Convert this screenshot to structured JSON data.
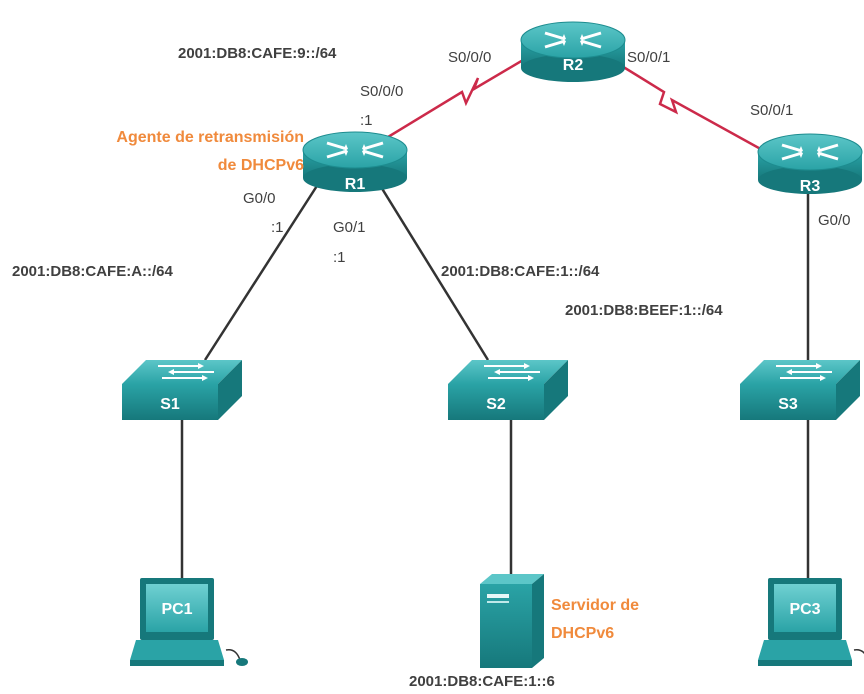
{
  "colors": {
    "teal": "#2aa3a6",
    "teal_dark": "#16787b",
    "serial_link": "#cc2a4a",
    "ethernet_link": "#333333",
    "annotation": "#f08a3c",
    "text": "#404040"
  },
  "devices": {
    "r1": "R1",
    "r2": "R2",
    "r3": "R3",
    "s1": "S1",
    "s2": "S2",
    "s3": "S3",
    "pc1": "PC1",
    "pc3": "PC3"
  },
  "networks": {
    "r1_r2": "2001:DB8:CAFE:9::/64",
    "r1_s1": "2001:DB8:CAFE:A::/64",
    "r1_s2": "2001:DB8:CAFE:1::/64",
    "r3_s3": "2001:DB8:BEEF:1::/64",
    "server_addr": "2001:DB8:CAFE:1::6"
  },
  "interfaces": {
    "r2_left": "S0/0/0",
    "r2_right": "S0/0/1",
    "r1_serial": "S0/0/0",
    "r1_serial_host": ":1",
    "r1_g00": "G0/0",
    "r1_g00_host": ":1",
    "r1_g01": "G0/1",
    "r1_g01_host": ":1",
    "r3_serial": "S0/0/1",
    "r3_g00": "G0/0"
  },
  "annotations": {
    "relay_line1": "Agente de retransmisión",
    "relay_line2": "de DHCPv6",
    "server_line1": "Servidor de",
    "server_line2": "DHCPv6"
  },
  "icons": {
    "router": "router-icon",
    "switch": "switch-icon",
    "pc": "pc-icon",
    "server": "server-icon"
  }
}
